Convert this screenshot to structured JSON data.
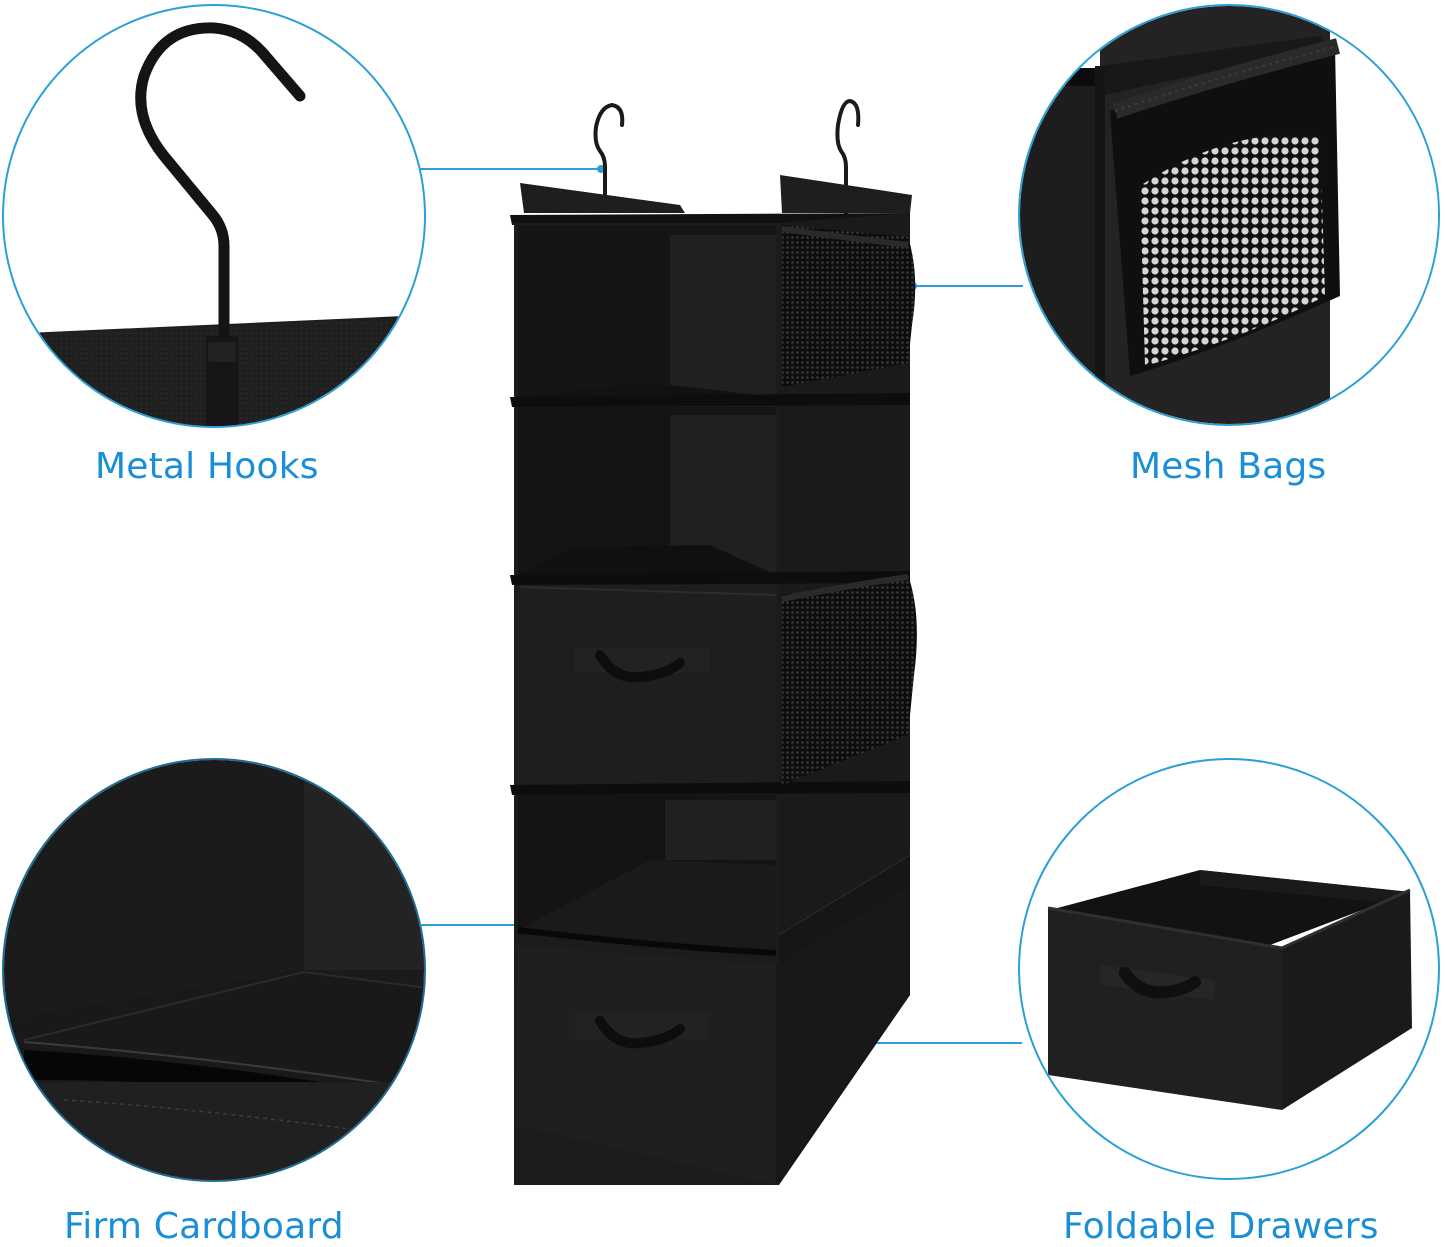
{
  "theme": {
    "accent": "#2b9fd6",
    "label": "#1a8fd8",
    "product_black": "#1c1c1c",
    "background": "#ffffff"
  },
  "product": {
    "name": "hanging-closet-organizer",
    "compartments": [
      "open shelf",
      "open shelf",
      "drawer",
      "open shelf",
      "drawer"
    ],
    "hooks": 2,
    "mesh_side_pockets": 2
  },
  "callouts": [
    {
      "id": "metal-hooks",
      "label": "Metal Hooks",
      "position": "top-left",
      "icon": "hook-icon"
    },
    {
      "id": "mesh-bags",
      "label": "Mesh Bags",
      "position": "top-right",
      "icon": "mesh-pocket-icon"
    },
    {
      "id": "firm-cardboard",
      "label": "Firm Cardboard",
      "position": "bottom-left",
      "icon": "shelf-board-icon"
    },
    {
      "id": "foldable-drawers",
      "label": "Foldable Drawers",
      "position": "bottom-right",
      "icon": "drawer-icon"
    }
  ]
}
